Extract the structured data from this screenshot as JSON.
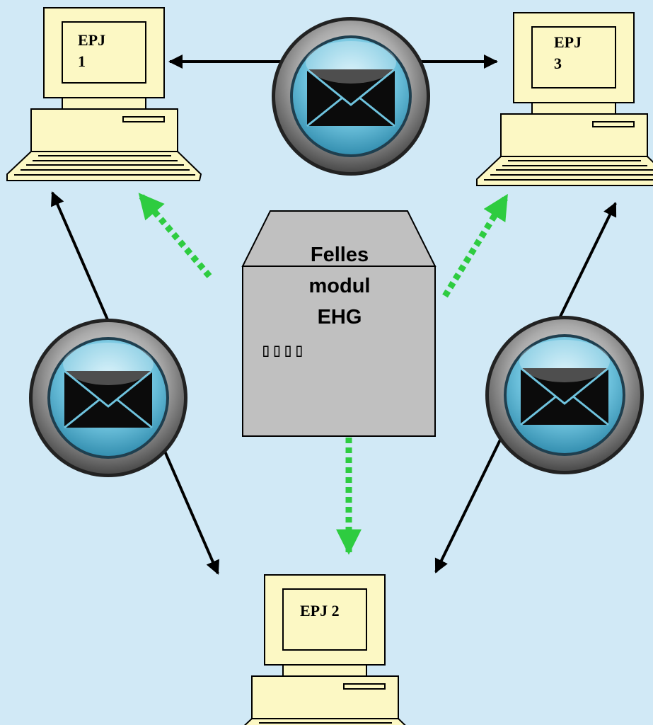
{
  "computers": {
    "epj1": {
      "label": "EPJ\n1"
    },
    "epj3": {
      "label": "EPJ\n3"
    },
    "epj2": {
      "label": "EPJ 2"
    }
  },
  "module": {
    "line1": "Felles",
    "line2": "modul",
    "line3": "EHG",
    "glyphs": "▯▯▯▯"
  },
  "icons": [
    "computer-icon",
    "envelope-icon"
  ],
  "colors": {
    "background": "#d1e9f6",
    "computer_fill": "#fcf8c4",
    "module_fill": "#c0c0c0",
    "dotted_arrow": "#2ecc40",
    "solid_arrow": "#000000",
    "envelope_orb": "#6fc3de"
  }
}
